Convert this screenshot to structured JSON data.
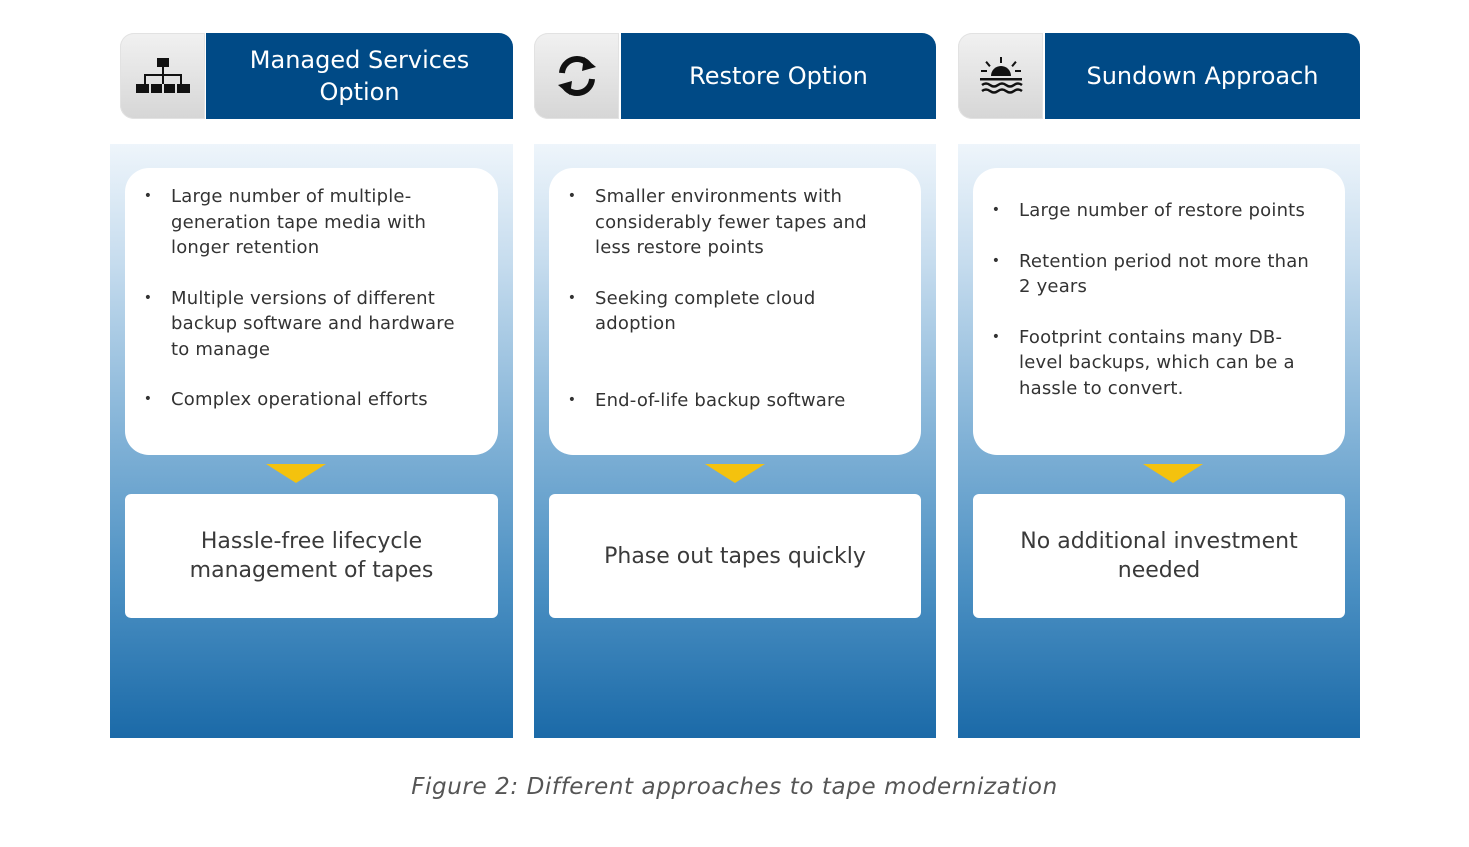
{
  "columns": [
    {
      "icon": "hierarchy-icon",
      "title": "Managed Services Option",
      "bullets": [
        "Large number of multiple-generation tape media with longer retention",
        "Multiple versions of different backup software and hardware to manage",
        "Complex operational efforts"
      ],
      "outcome": "Hassle-free lifecycle management of tapes"
    },
    {
      "icon": "refresh-icon",
      "title": "Restore Option",
      "bullets": [
        "Smaller environments with considerably fewer tapes and less restore points",
        "Seeking complete cloud adoption",
        "End-of-life backup software"
      ],
      "outcome": "Phase out tapes quickly"
    },
    {
      "icon": "sunset-icon",
      "title": "Sundown Approach",
      "bullets": [
        "Large number of restore points",
        "Retention period not more than 2 years",
        "Footprint contains many DB-level backups, which can be a hassle to convert."
      ],
      "outcome": "No additional investment needed"
    }
  ],
  "caption": "Figure 2: Different approaches to tape modernization",
  "colors": {
    "header_blue": "#004a86",
    "arrow_yellow": "#f4c20e",
    "panel_top": "#eef5fb",
    "panel_bottom": "#1b6aa8"
  }
}
